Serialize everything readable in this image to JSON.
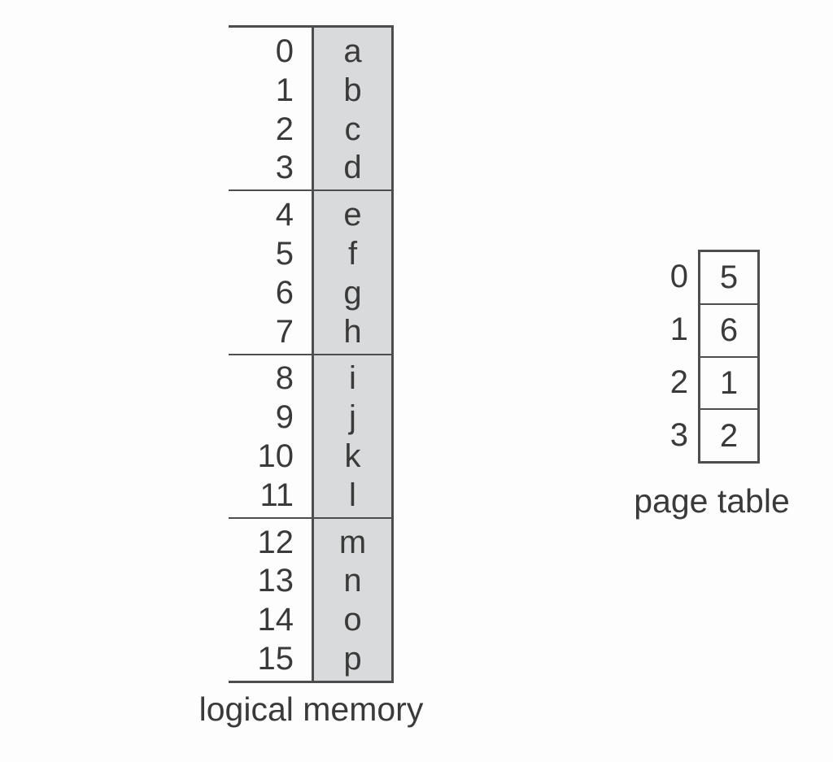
{
  "colors": {
    "bg": "#fdfdfd",
    "line": "#4d4d4d",
    "fill": "#d9dadb",
    "text": "#3a3a3a"
  },
  "logical_memory": {
    "label": "logical memory",
    "pages": [
      {
        "addresses": [
          "0",
          "1",
          "2",
          "3"
        ],
        "contents": [
          "a",
          "b",
          "c",
          "d"
        ]
      },
      {
        "addresses": [
          "4",
          "5",
          "6",
          "7"
        ],
        "contents": [
          "e",
          "f",
          "g",
          "h"
        ]
      },
      {
        "addresses": [
          "8",
          "9",
          "10",
          "11"
        ],
        "contents": [
          "i",
          "j",
          "k",
          "l"
        ]
      },
      {
        "addresses": [
          "12",
          "13",
          "14",
          "15"
        ],
        "contents": [
          "m",
          "n",
          "o",
          "p"
        ]
      }
    ]
  },
  "page_table": {
    "label": "page table",
    "entries": [
      {
        "index": "0",
        "frame": "5"
      },
      {
        "index": "1",
        "frame": "6"
      },
      {
        "index": "2",
        "frame": "1"
      },
      {
        "index": "3",
        "frame": "2"
      }
    ]
  }
}
